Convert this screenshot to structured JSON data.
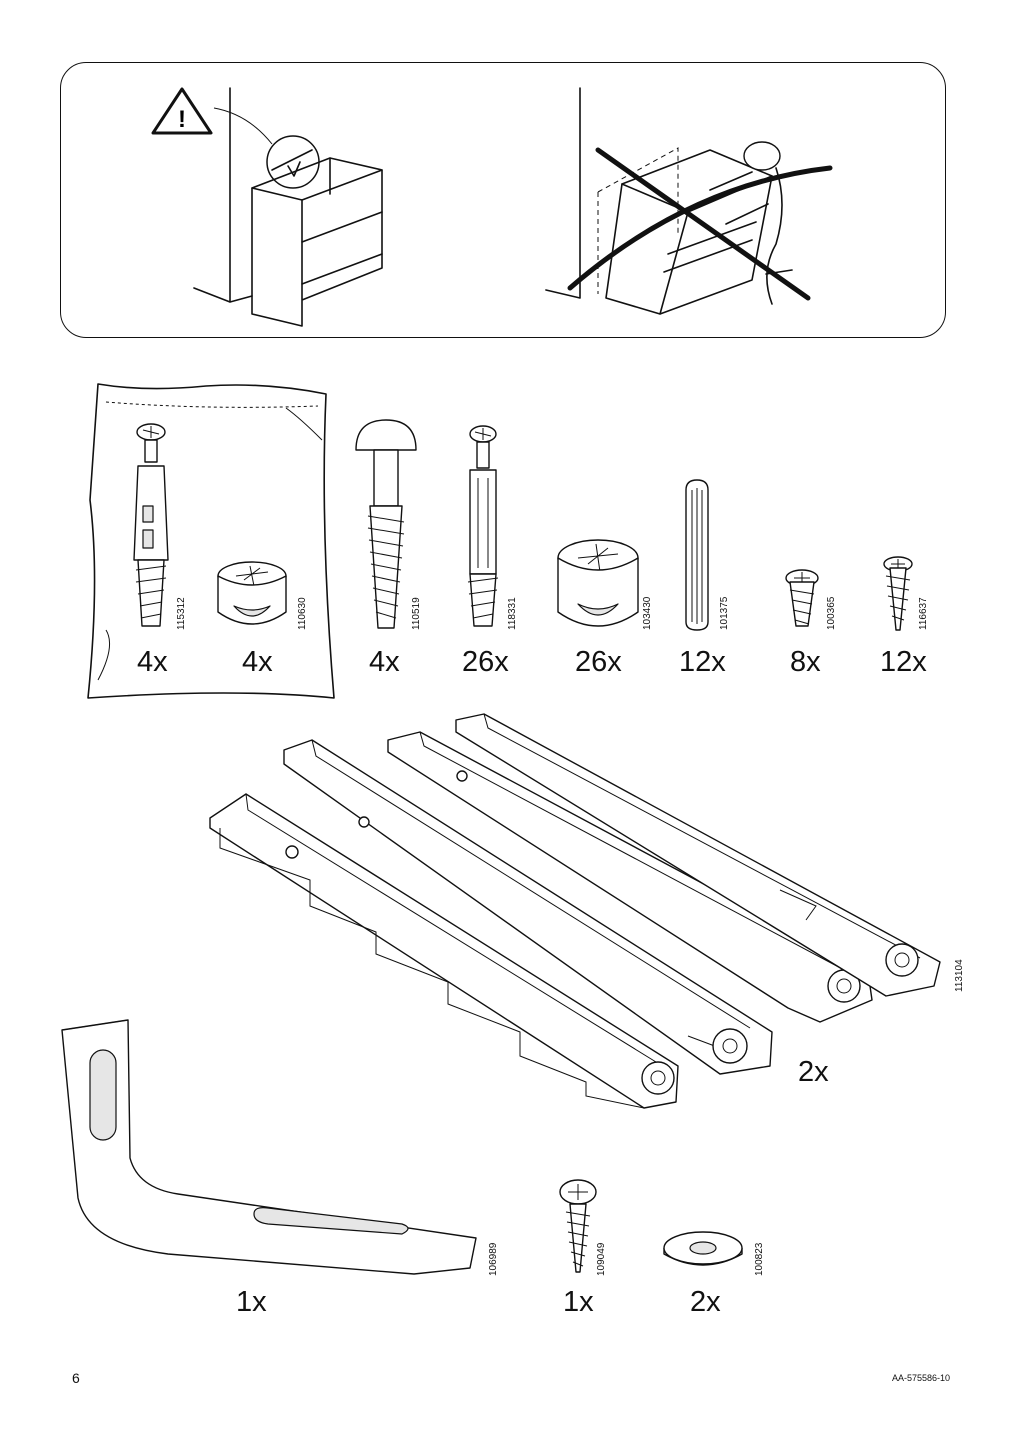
{
  "warning_panel": {
    "warning_icon_symbol": "!",
    "correct_scene": "cabinet-against-wall-icon",
    "incorrect_scene": "cabinet-climbing-crossed-out-icon"
  },
  "hardware_bag": [
    {
      "id": "115312",
      "qty": "4x"
    },
    {
      "id": "110630",
      "qty": "4x"
    },
    {
      "id": "110519",
      "qty": "4x"
    },
    {
      "id": "118331",
      "qty": "26x"
    },
    {
      "id": "103430",
      "qty": "26x"
    },
    {
      "id": "101375",
      "qty": "12x"
    },
    {
      "id": "100365",
      "qty": "8x"
    },
    {
      "id": "116637",
      "qty": "12x"
    }
  ],
  "rails": {
    "id": "113104",
    "qty": "2x"
  },
  "bottom_parts": [
    {
      "id": "106989",
      "qty": "1x"
    },
    {
      "id": "109049",
      "qty": "1x"
    },
    {
      "id": "100823",
      "qty": "2x"
    }
  ],
  "footer": {
    "page_number": "6",
    "document_code": "AA-575586-10"
  }
}
